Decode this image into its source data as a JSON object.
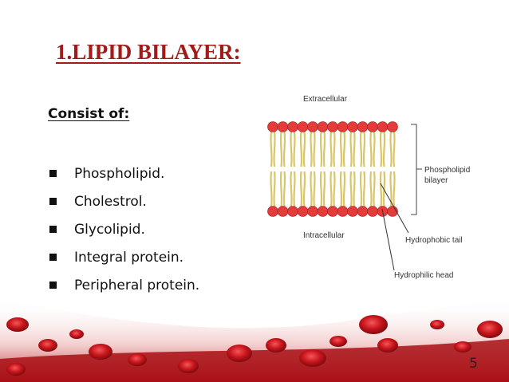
{
  "slide": {
    "title": "1.LIPID BILAYER:",
    "subtitle": "Consist of:",
    "bullets": [
      "Phospholipid.",
      "Cholestrol.",
      "Glycolipid.",
      "Integral protein.",
      "Peripheral protein."
    ],
    "page_number": "5"
  },
  "diagram": {
    "label_top": "Extracellular",
    "label_bottom": "Intracellular",
    "label_bilayer_line1": "Phospholipid",
    "label_bilayer_line2": "bilayer",
    "label_tail": "Hydrophobic tail",
    "label_head": "Hydrophilic head",
    "head_color": "#e43b3b",
    "tail_color": "#d9c56a"
  },
  "colors": {
    "title": "#a31a18",
    "accent_red": "#c4161c"
  }
}
